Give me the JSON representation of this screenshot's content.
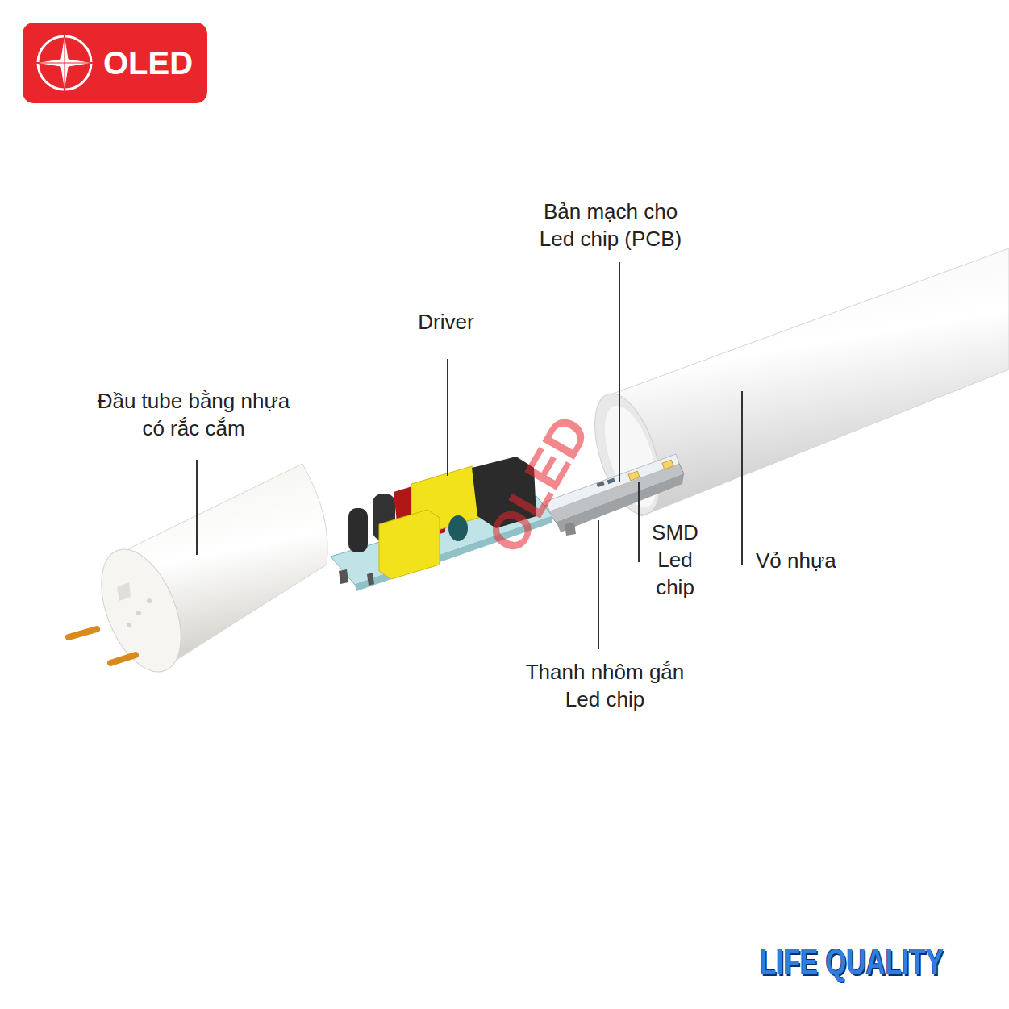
{
  "diagram": {
    "nodes": [
      {
        "text": [
          "OLED"
        ]
      }
    ],
    "labels": [
      "Bản mạch cho Led chip (PCB)",
      "Driver",
      "Đầu tube bằng nhựa có rắc cắm",
      "SMD Led chip",
      "Vỏ nhựa",
      "Thanh nhôm gắn Led chip",
      "OLED",
      "LIFE QUALITY"
    ]
  }
}
